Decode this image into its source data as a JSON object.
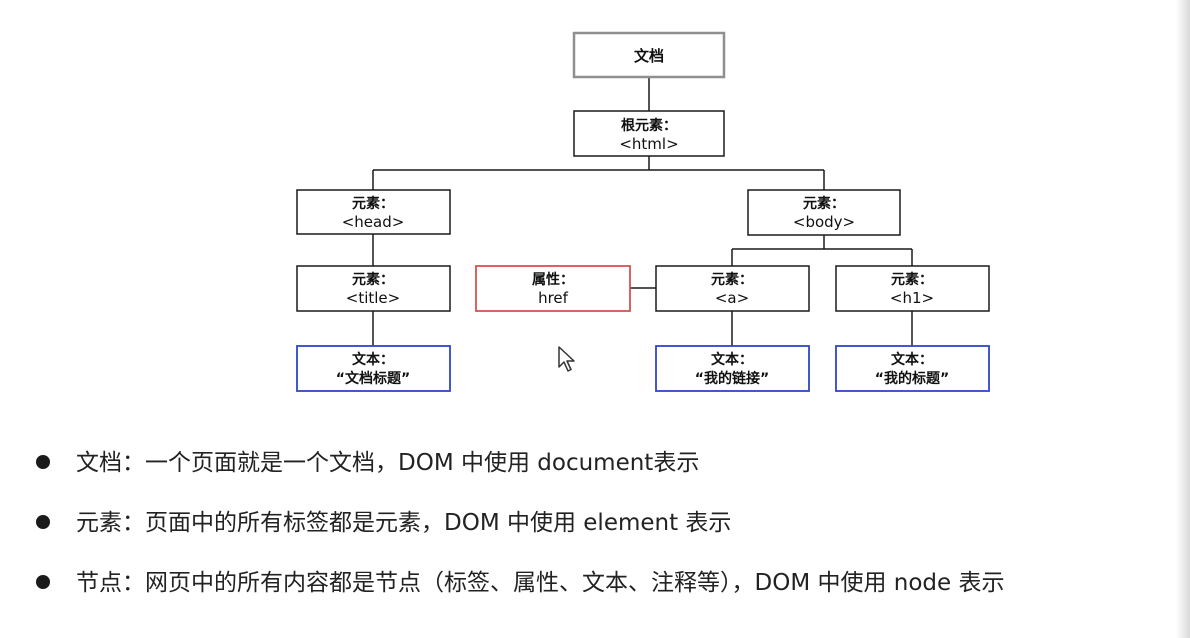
{
  "tree": {
    "document": {
      "label": "文档"
    },
    "root": {
      "label": "根元素：",
      "tag": "<html>"
    },
    "head": {
      "label": "元素：",
      "tag": "<head>"
    },
    "body": {
      "label": "元素：",
      "tag": "<body>"
    },
    "title": {
      "label": "元素：",
      "tag": "<title>"
    },
    "attr": {
      "label": "属性：",
      "tag": "href"
    },
    "a": {
      "label": "元素：",
      "tag": "<a>"
    },
    "h1": {
      "label": "元素：",
      "tag": "<h1>"
    },
    "text_title": {
      "label": "文本：",
      "tag": "“文档标题”"
    },
    "text_a": {
      "label": "文本：",
      "tag": "“我的链接”"
    },
    "text_h1": {
      "label": "文本：",
      "tag": "“我的标题”"
    }
  },
  "bullets": [
    "文档：一个页面就是一个文档，DOM 中使用 document表示",
    "元素：页面中的所有标签都是元素，DOM 中使用 element 表示",
    "节点：网页中的所有内容都是节点（标签、属性、文本、注释等），DOM 中使用 node 表示"
  ],
  "colors": {
    "document_border": "#8f8f8f",
    "element_border": "#1a1a1a",
    "attribute_border": "#d9534f",
    "text_border": "#2f46c9"
  },
  "icons": {
    "cursor": "mouse-pointer-icon",
    "bullet": "bullet-dot-icon"
  }
}
